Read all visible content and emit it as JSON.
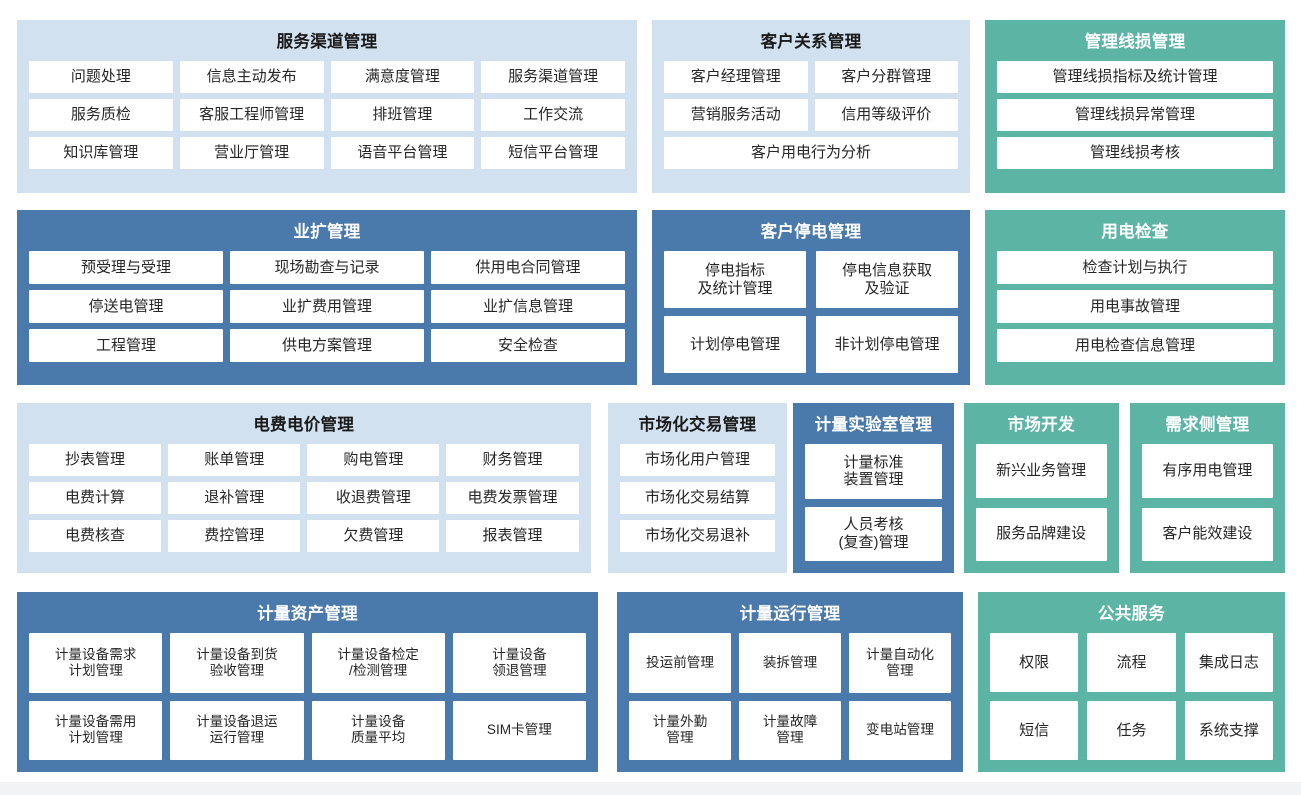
{
  "theme": {
    "panel_light_blue": "#d2e1ef",
    "panel_blue": "#4a79ab",
    "panel_green": "#5bb4a4",
    "tile_bg": "#ffffff",
    "page_bg": "#ffffff"
  },
  "rows": [
    {
      "panels": [
        {
          "id": "service-channel-management",
          "title": "服务渠道管理",
          "style": "blue-light",
          "tiles": [
            "问题处理",
            "信息主动发布",
            "满意度管理",
            "服务渠道管理",
            "服务质检",
            "客服工程师管理",
            "排班管理",
            "工作交流",
            "知识库管理",
            "营业厅管理",
            "语音平台管理",
            "短信平台管理"
          ]
        },
        {
          "id": "customer-relationship-management",
          "title": "客户关系管理",
          "style": "blue-light",
          "tiles": [
            "客户经理管理",
            "客户分群管理",
            "营销服务活动",
            "信用等级评价",
            "客户用电行为分析"
          ]
        },
        {
          "id": "management-line-loss-management",
          "title": "管理线损管理",
          "style": "green",
          "tiles": [
            "管理线损指标及统计管理",
            "管理线损异常管理",
            "管理线损考核"
          ]
        }
      ]
    },
    {
      "panels": [
        {
          "id": "business-expansion-management",
          "title": "业扩管理",
          "style": "blue-dark",
          "tiles": [
            "预受理与受理",
            "现场勘查与记录",
            "供用电合同管理",
            "停送电管理",
            "业扩费用管理",
            "业扩信息管理",
            "工程管理",
            "供电方案管理",
            "安全检查"
          ]
        },
        {
          "id": "customer-outage-management",
          "title": "客户停电管理",
          "style": "blue-dark",
          "tiles": [
            "停电指标\n及统计管理",
            "停电信息获取\n及验证",
            "计划停电管理",
            "非计划停电管理"
          ]
        },
        {
          "id": "power-consumption-inspection",
          "title": "用电检查",
          "style": "green",
          "tiles": [
            "检查计划与执行",
            "用电事故管理",
            "用电检查信息管理"
          ]
        }
      ]
    },
    {
      "panels": [
        {
          "id": "tariff-and-price-management",
          "title": "电费电价管理",
          "style": "blue-light",
          "tiles": [
            "抄表管理",
            "账单管理",
            "购电管理",
            "财务管理",
            "电费计算",
            "退补管理",
            "收退费管理",
            "电费发票管理",
            "电费核查",
            "费控管理",
            "欠费管理",
            "报表管理"
          ]
        },
        {
          "id": "market-trading-management",
          "title": "市场化交易管理",
          "style": "blue-light",
          "tiles": [
            "市场化用户管理",
            "市场化交易结算",
            "市场化交易退补"
          ]
        },
        {
          "id": "metering-laboratory-management",
          "title": "计量实验室管理",
          "style": "blue-dark",
          "tiles": [
            "计量标准\n装置管理",
            "人员考核\n(复查)管理"
          ]
        },
        {
          "id": "market-development",
          "title": "市场开发",
          "style": "green",
          "tiles": [
            "新兴业务管理",
            "服务品牌建设"
          ]
        },
        {
          "id": "demand-side-management",
          "title": "需求侧管理",
          "style": "green",
          "tiles": [
            "有序用电管理",
            "客户能效建设"
          ]
        }
      ]
    },
    {
      "panels": [
        {
          "id": "metering-asset-management",
          "title": "计量资产管理",
          "style": "blue-dark",
          "tiles": [
            "计量设备需求\n计划管理",
            "计量设备到货\n验收管理",
            "计量设备检定\n/检测管理",
            "计量设备\n领退管理",
            "计量设备需用\n计划管理",
            "计量设备退运\n运行管理",
            "计量设备\n质量平均",
            "SIM卡管理"
          ]
        },
        {
          "id": "metering-operation-management",
          "title": "计量运行管理",
          "style": "blue-dark",
          "tiles": [
            "投运前管理",
            "装拆管理",
            "计量自动化\n管理",
            "计量外勤\n管理",
            "计量故障\n管理",
            "变电站管理"
          ]
        },
        {
          "id": "public-services",
          "title": "公共服务",
          "style": "green",
          "tiles": [
            "权限",
            "流程",
            "集成日志",
            "短信",
            "任务",
            "系统支撑"
          ]
        }
      ]
    }
  ]
}
